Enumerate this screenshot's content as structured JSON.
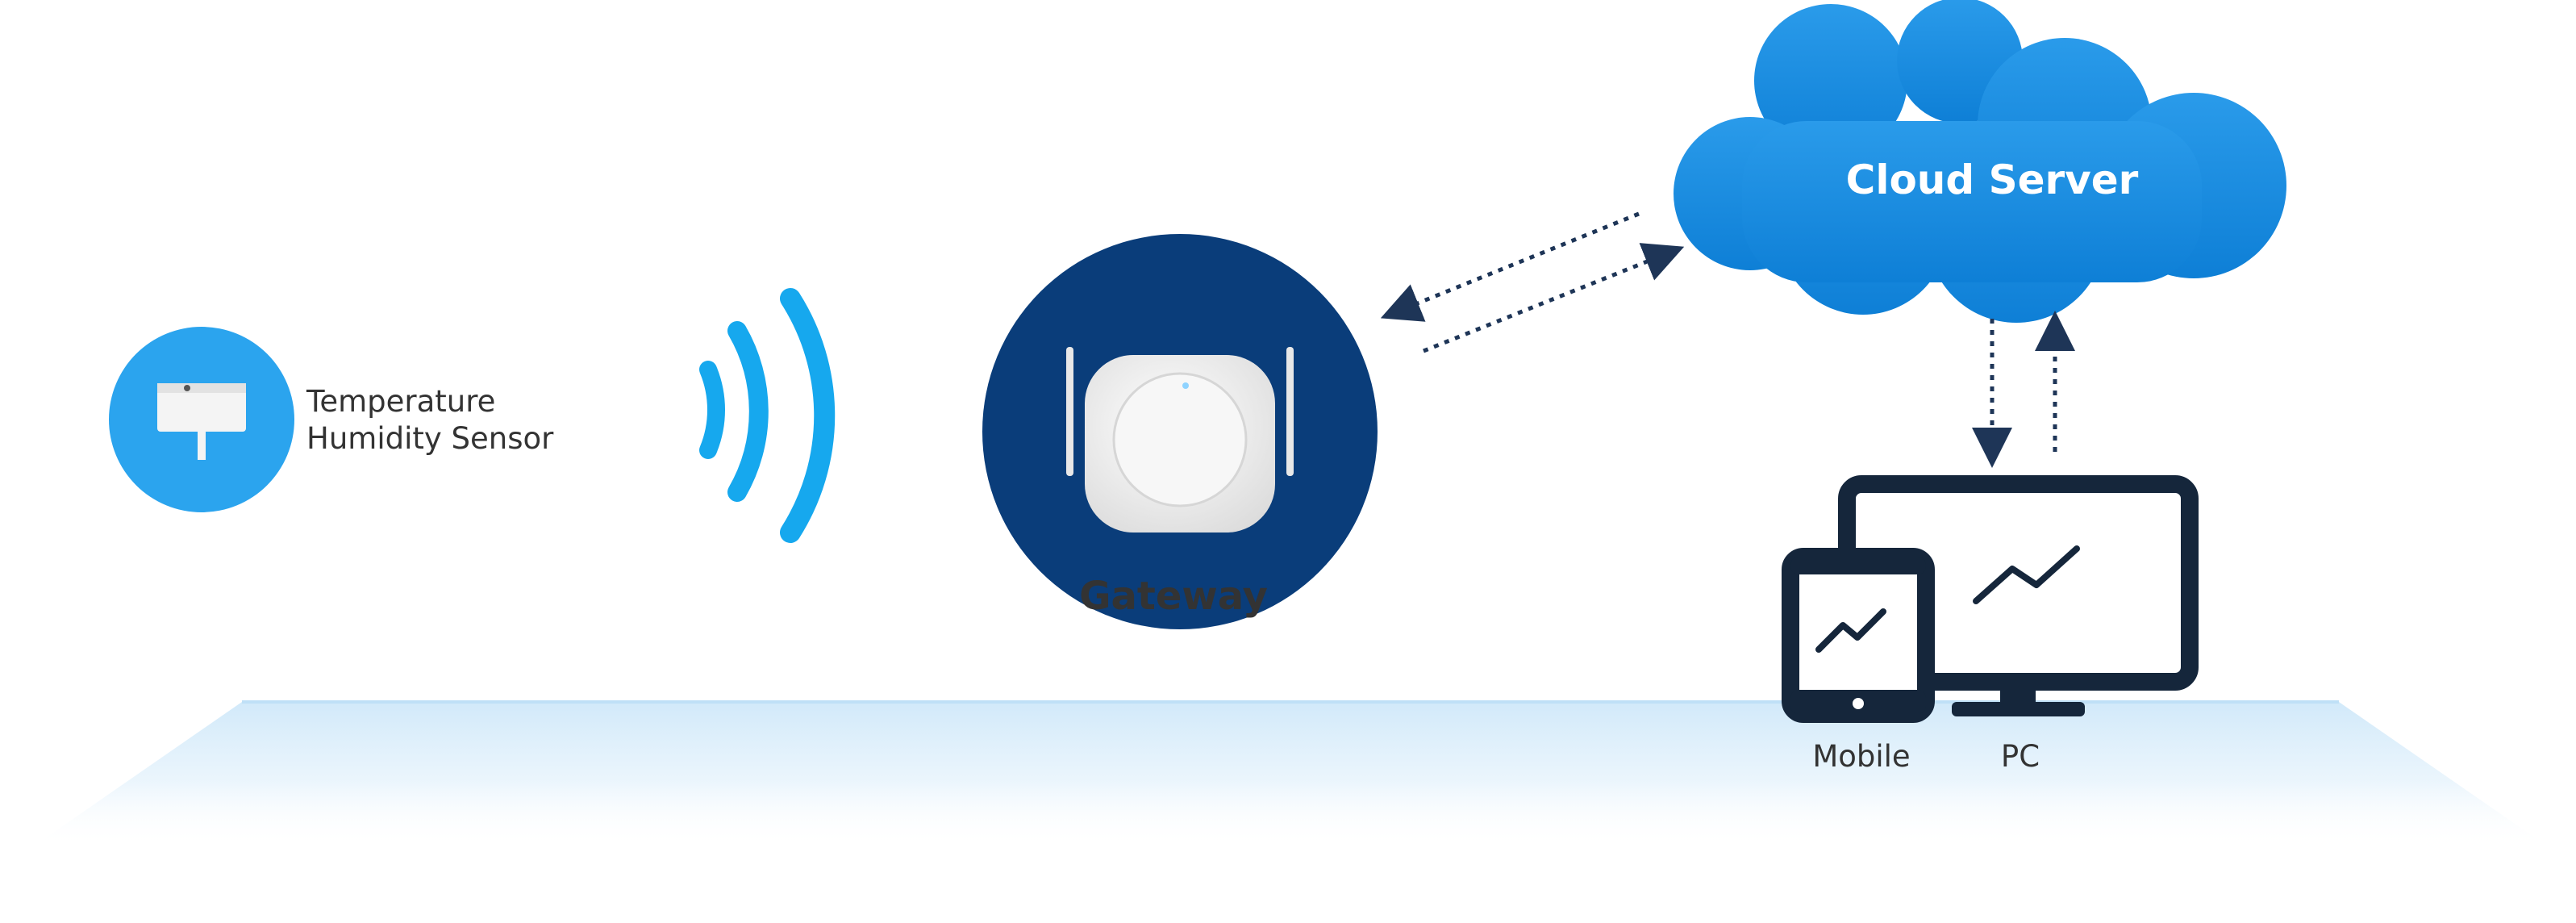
{
  "colors": {
    "accent_blue": "#1f8fe0",
    "light_blue": "#2ba4ee",
    "dark_navy": "#0a3d7a",
    "device_dark": "#15263b",
    "text_dark": "#333333",
    "arrow_navy": "#1e3557",
    "floor_blue": "#d6ecfa"
  },
  "nodes": {
    "sensor": {
      "label_line1": "Temperature",
      "label_line2": "Humidity Sensor",
      "icon": "sensor-icon"
    },
    "wireless": {
      "icon": "wifi-waves-icon"
    },
    "gateway": {
      "label": "Gateway",
      "icon": "router-icon"
    },
    "cloud": {
      "label": "Cloud Server",
      "icon": "cloud-icon"
    },
    "mobile": {
      "label": "Mobile",
      "icon": "smartphone-icon"
    },
    "pc": {
      "label": "PC",
      "icon": "monitor-icon"
    }
  },
  "connections": [
    {
      "from": "gateway",
      "to": "cloud",
      "style": "dotted",
      "direction": "bidirectional"
    },
    {
      "from": "cloud",
      "to": "devices",
      "style": "dotted",
      "direction": "bidirectional"
    }
  ]
}
